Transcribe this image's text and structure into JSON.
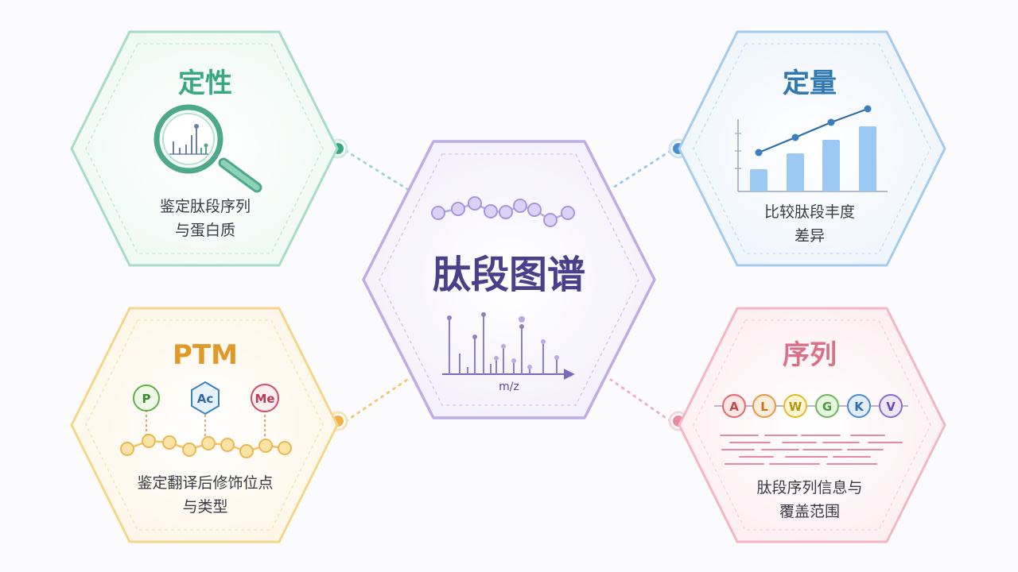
{
  "center": {
    "title": "肽段图谱",
    "axis_label": "m/z"
  },
  "qualitative": {
    "title": "定性",
    "desc_line1": "鉴定肽段序列",
    "desc_line2": "与蛋白质"
  },
  "quantitative": {
    "title": "定量",
    "desc_line1": "比较肽段丰度",
    "desc_line2": "差异"
  },
  "ptm": {
    "title": "PTM",
    "desc_line1": "鉴定翻译后修饰位点",
    "desc_line2": "与类型",
    "mods": [
      "P",
      "Ac",
      "Me"
    ]
  },
  "sequence": {
    "title": "序列",
    "desc_line1": "肽段序列信息与",
    "desc_line2": "覆盖范围",
    "residues": [
      "A",
      "L",
      "W",
      "G",
      "K",
      "V"
    ]
  },
  "colors": {
    "green": "#3aa882",
    "blue": "#2f78b0",
    "orange": "#e0a030",
    "pink": "#d9708a",
    "purple": "#5b4a9a"
  }
}
